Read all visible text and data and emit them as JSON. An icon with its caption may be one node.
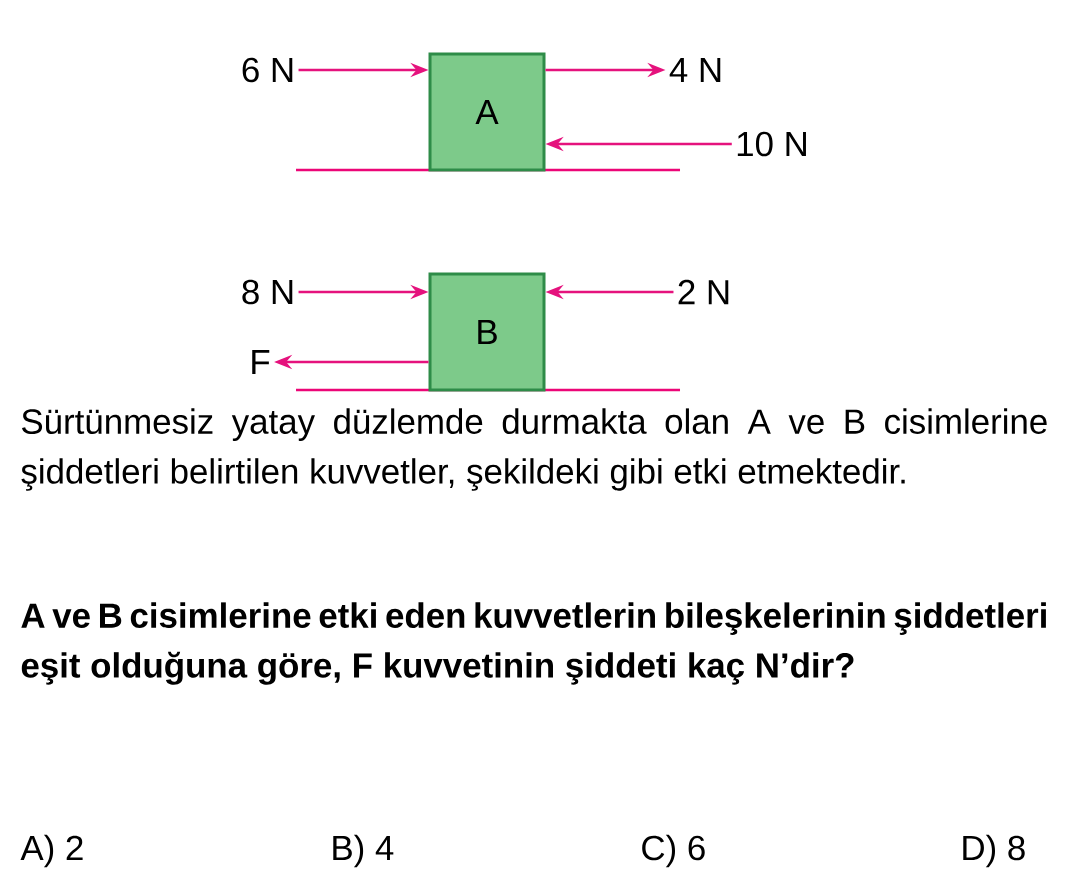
{
  "diagram": {
    "nodes": [
      {
        "text": [
          "6 N"
        ]
      },
      {
        "text": [
          "A"
        ]
      },
      {
        "text": [
          "4 N"
        ]
      },
      {
        "text": [
          "10 N"
        ]
      },
      {
        "text": [
          "8 N"
        ]
      },
      {
        "text": [
          "B"
        ]
      },
      {
        "text": [
          "2 N"
        ]
      },
      {
        "text": [
          "F"
        ]
      }
    ],
    "edges": [
      {
        "from": 0,
        "to": 1,
        "arrow": "to",
        "color": "#e5127d"
      },
      {
        "from": 1,
        "to": 2,
        "arrow": "to",
        "color": "#e5127d"
      },
      {
        "from": 3,
        "to": 1,
        "arrow": "to",
        "color": "#e5127d"
      },
      {
        "from": 4,
        "to": 5,
        "arrow": "to",
        "color": "#e5127d"
      },
      {
        "from": 6,
        "to": 5,
        "arrow": "to",
        "color": "#e5127d"
      },
      {
        "from": 5,
        "to": 7,
        "arrow": "to",
        "color": "#e5127d"
      }
    ],
    "labels": [
      "Sürtünmesiz yatay düzlemde durmakta olan A ve B cisimlerine şiddetleri belirtilen kuvvetler, şekildeki gibi etki etmektedir.",
      "A ve B cisimlerine etki eden kuvvetlerin bileşkelerinin şiddetleri eşit olduğuna göre, F kuvvetinin şiddeti kaç N’dir?",
      "A) 2",
      "B) 4",
      "C) 6",
      "D) 8"
    ]
  }
}
